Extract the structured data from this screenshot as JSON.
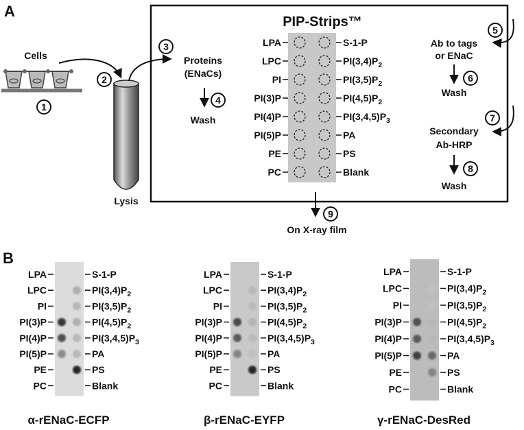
{
  "panel_a": {
    "letter": "A",
    "cells_label": "Cells",
    "lysis_label": "Lysis",
    "proteins_line1": "Proteins",
    "proteins_line2": "(ENaCs)",
    "wash_label": "Wash",
    "strip_title": "PIP-Strips™",
    "left_lipids": [
      "LPA",
      "LPC",
      "PI",
      "PI(3)P",
      "PI(4)P",
      "PI(5)P",
      "PE",
      "PC"
    ],
    "right_lipids": [
      "S-1-P",
      "PI(3,4)P2",
      "PI(3,5)P2",
      "PI(4,5)P2",
      "PI(3,4,5)P3",
      "PA",
      "PS",
      "Blank"
    ],
    "ab_line1": "Ab to tags",
    "ab_line2": "or ENaC",
    "secondary_line1": "Secondary",
    "secondary_line2": "Ab-HRP",
    "film_label": "On X-ray film",
    "steps": [
      "1",
      "2",
      "3",
      "4",
      "5",
      "6",
      "7",
      "8",
      "9"
    ]
  },
  "panel_b": {
    "letter": "B",
    "left_lipids": [
      "LPA",
      "LPC",
      "PI",
      "PI(3)P",
      "PI(4)P",
      "PI(5)P",
      "PE",
      "PC"
    ],
    "right_lipids": [
      "S-1-P",
      "PI(3,4)P2",
      "PI(3,5)P2",
      "PI(4,5)P2",
      "PI(3,4,5)P3",
      "PA",
      "PS",
      "Blank"
    ],
    "blots": [
      {
        "caption": "α-rENaC-ECFP",
        "left_spots": [
          0,
          0,
          0,
          0.85,
          0.7,
          0.35,
          0,
          0
        ],
        "right_spots": [
          0,
          0.15,
          0.1,
          0.15,
          0.1,
          0.1,
          0.95,
          0
        ]
      },
      {
        "caption": "β-rENaC-EYFP",
        "left_spots": [
          0,
          0,
          0,
          0.75,
          0.65,
          0.4,
          0,
          0
        ],
        "right_spots": [
          0,
          0.1,
          0.08,
          0.12,
          0.08,
          0.05,
          0.95,
          0
        ]
      },
      {
        "caption": "γ-rENaC-DesRed",
        "left_spots": [
          0,
          0,
          0,
          0.7,
          0.65,
          0.8,
          0,
          0
        ],
        "right_spots": [
          0,
          0.05,
          0.05,
          0.1,
          0.1,
          0.55,
          0.4,
          0
        ]
      }
    ]
  }
}
